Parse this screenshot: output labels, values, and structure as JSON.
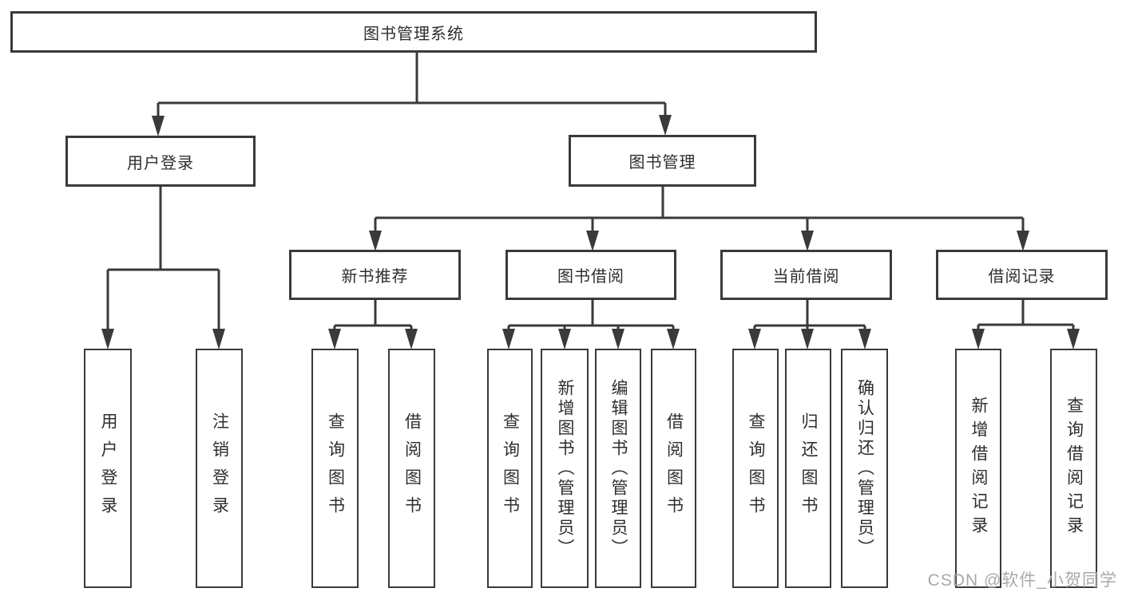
{
  "diagram": {
    "root": {
      "label": "图书管理系统"
    },
    "level1": [
      {
        "label": "用户登录",
        "children": [
          {
            "label": "用户登录"
          },
          {
            "label": "注销登录"
          }
        ]
      },
      {
        "label": "图书管理",
        "children": [
          {
            "label": "新书推荐",
            "children": [
              {
                "label": "查询图书"
              },
              {
                "label": "借阅图书"
              }
            ]
          },
          {
            "label": "图书借阅",
            "children": [
              {
                "label": "查询图书"
              },
              {
                "label": "新增图书（管理员）"
              },
              {
                "label": "编辑图书（管理员）"
              },
              {
                "label": "借阅图书"
              }
            ]
          },
          {
            "label": "当前借阅",
            "children": [
              {
                "label": "查询图书"
              },
              {
                "label": "归还图书"
              },
              {
                "label": "确认归还（管理员）"
              }
            ]
          },
          {
            "label": "借阅记录",
            "children": [
              {
                "label": "新增借阅记录"
              },
              {
                "label": "查询借阅记录"
              }
            ]
          }
        ]
      }
    ],
    "watermark": "CSDN @软件_小贺同学",
    "colors": {
      "line": "#3a3a3a",
      "text": "#2e2e2e",
      "watermark": "#a9a9a9",
      "background": "#ffffff"
    }
  }
}
